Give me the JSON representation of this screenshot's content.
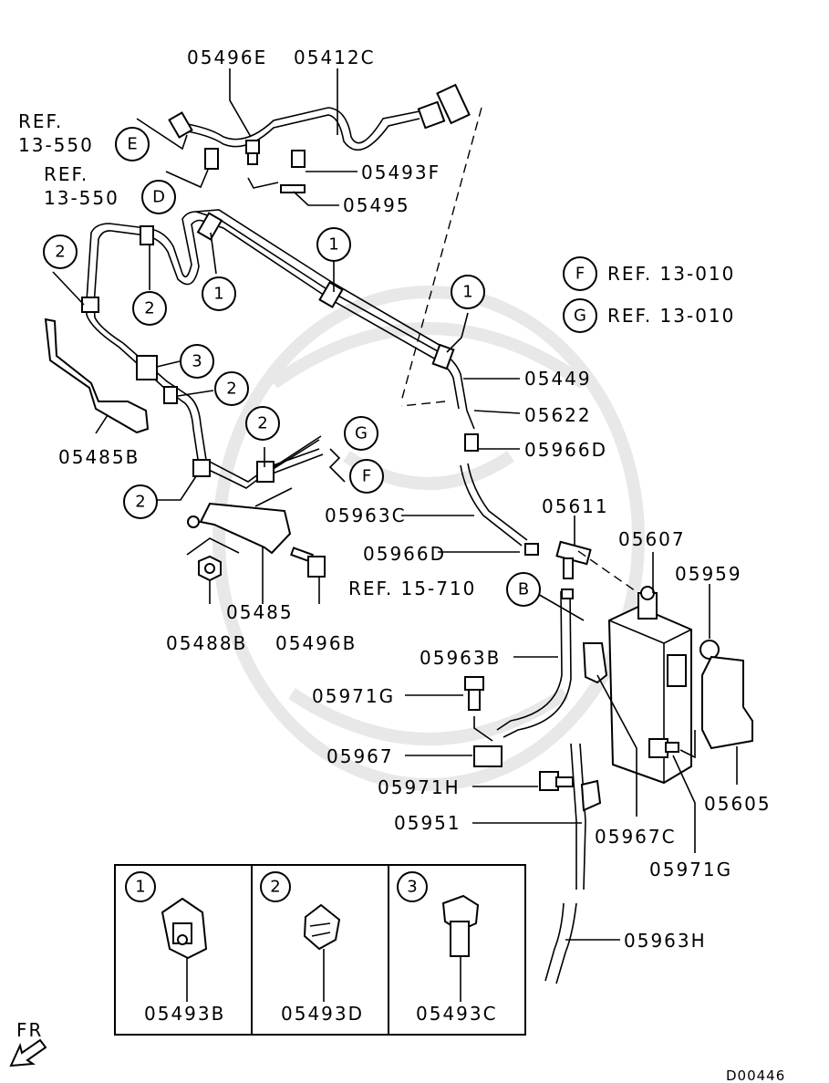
{
  "labels": {
    "p05496E": "05496E",
    "p05412C": "05412C",
    "ref_e": "REF.",
    "ref_e_num": "13-550",
    "ref_d": "REF.",
    "ref_d_num": "13-550",
    "p05493F": "05493F",
    "p05495": "05495",
    "ref_f": "REF. 13-010",
    "ref_g": "REF. 13-010",
    "p05449": "05449",
    "p05622": "05622",
    "p05966D_a": "05966D",
    "p05485B": "05485B",
    "p05963C": "05963C",
    "p05611": "05611",
    "p05607": "05607",
    "p05959": "05959",
    "p05966D_b": "05966D",
    "ref_b": "REF. 15-710",
    "p05485": "05485",
    "p05488B": "05488B",
    "p05496B": "05496B",
    "p05963B": "05963B",
    "p05971G_a": "05971G",
    "p05967": "05967",
    "p05971H": "05971H",
    "p05951": "05951",
    "p05967C": "05967C",
    "p05971G_b": "05971G",
    "p05605": "05605",
    "p05963H": "05963H",
    "p05493B": "05493B",
    "p05493D": "05493D",
    "p05493C": "05493C",
    "fr": "FR",
    "code": "D00446"
  },
  "callouts": {
    "E": "E",
    "D": "D",
    "F": "F",
    "G": "G",
    "B": "B",
    "n1": "1",
    "n2": "2",
    "n3": "3"
  }
}
